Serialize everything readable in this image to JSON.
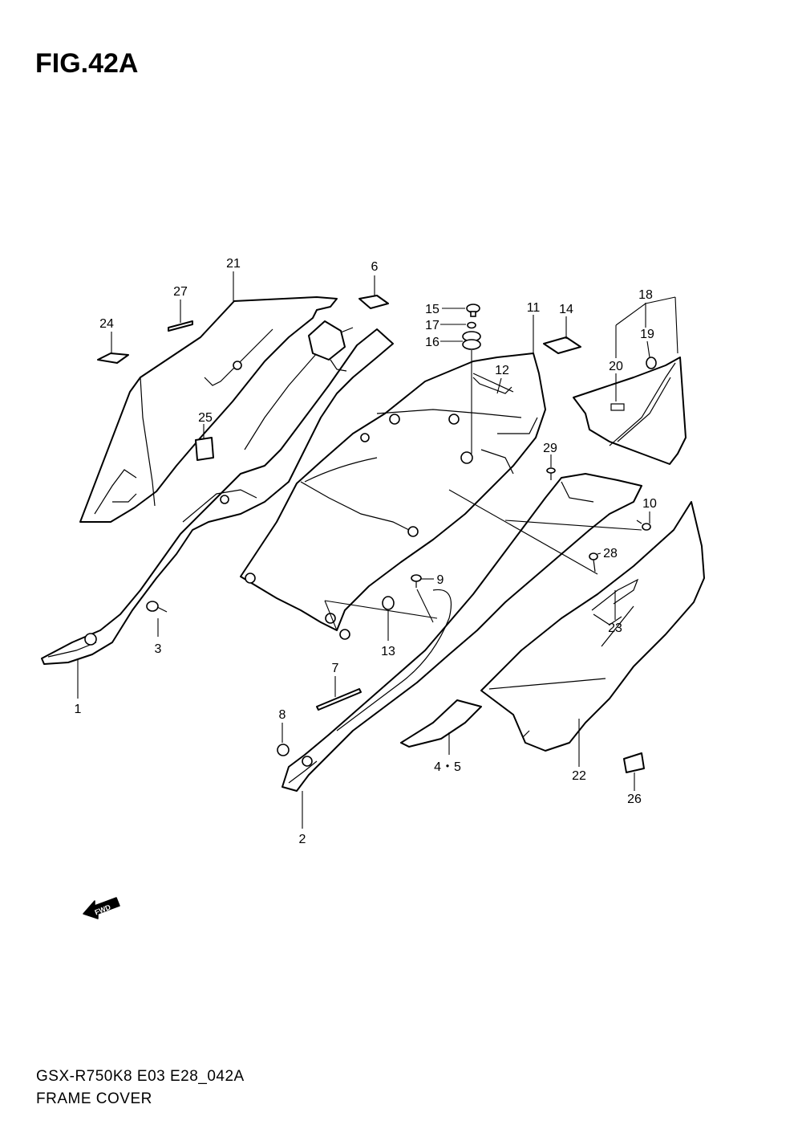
{
  "figure": {
    "title": "FIG.42A"
  },
  "callouts": [
    {
      "id": "1",
      "label": "1"
    },
    {
      "id": "2",
      "label": "2"
    },
    {
      "id": "3",
      "label": "3"
    },
    {
      "id": "4-5",
      "label": "4・5"
    },
    {
      "id": "6",
      "label": "6"
    },
    {
      "id": "7",
      "label": "7"
    },
    {
      "id": "8",
      "label": "8"
    },
    {
      "id": "9",
      "label": "9"
    },
    {
      "id": "10",
      "label": "10"
    },
    {
      "id": "11",
      "label": "11"
    },
    {
      "id": "12",
      "label": "12"
    },
    {
      "id": "13",
      "label": "13"
    },
    {
      "id": "14",
      "label": "14"
    },
    {
      "id": "15",
      "label": "15"
    },
    {
      "id": "16",
      "label": "16"
    },
    {
      "id": "17",
      "label": "17"
    },
    {
      "id": "18",
      "label": "18"
    },
    {
      "id": "19",
      "label": "19"
    },
    {
      "id": "20",
      "label": "20"
    },
    {
      "id": "21",
      "label": "21"
    },
    {
      "id": "22",
      "label": "22"
    },
    {
      "id": "23",
      "label": "23"
    },
    {
      "id": "24",
      "label": "24"
    },
    {
      "id": "25",
      "label": "25"
    },
    {
      "id": "26",
      "label": "26"
    },
    {
      "id": "27",
      "label": "27"
    },
    {
      "id": "28",
      "label": "28"
    },
    {
      "id": "29",
      "label": "29"
    }
  ],
  "direction_arrow": {
    "label": "FWD"
  },
  "footer": {
    "model_code": "GSX-R750K8 E03 E28_042A",
    "section_name": "FRAME COVER"
  }
}
